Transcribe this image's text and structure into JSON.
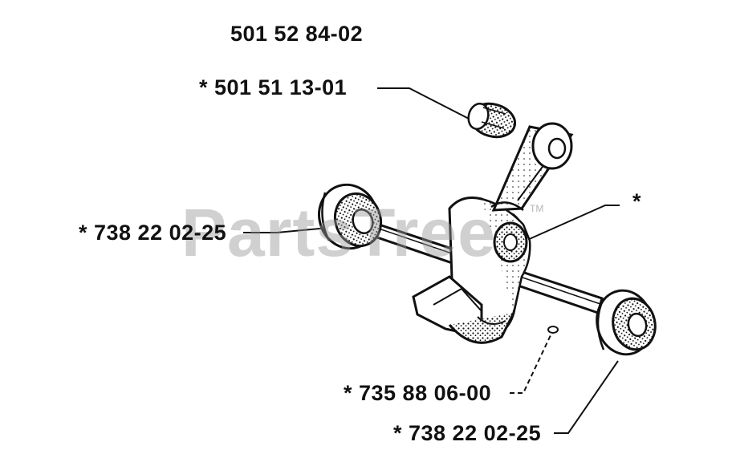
{
  "assembly_part_number": "501 52 84-02",
  "callouts": [
    {
      "id": "needle-bearing",
      "text": "*  501 51 13-01"
    },
    {
      "id": "main-bearing-left",
      "text": "*  738 22 02-25"
    },
    {
      "id": "crankpin",
      "text": "*"
    },
    {
      "id": "key",
      "text": "*  735 88 06-00"
    },
    {
      "id": "main-bearing-right",
      "text": "*  738 22 02-25"
    }
  ],
  "watermark": {
    "text": "PartsTree",
    "trademark": "TM"
  },
  "colors": {
    "ink": "#111111",
    "paper": "#ffffff",
    "watermark": "#969696"
  }
}
